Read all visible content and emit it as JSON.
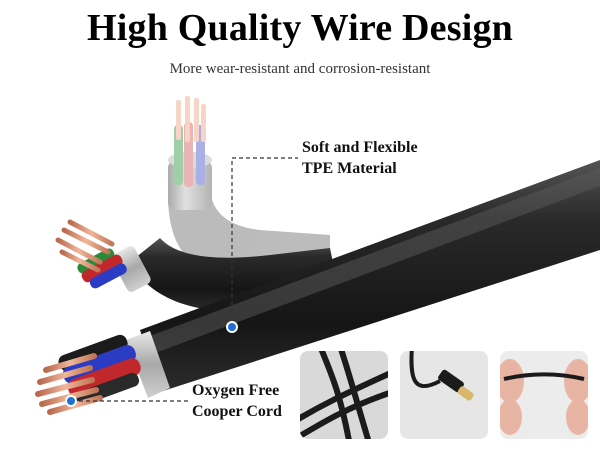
{
  "heading": {
    "title": "High Quality Wire Design",
    "subtitle": "More wear-resistant and corrosion-resistant"
  },
  "callouts": {
    "tpe": [
      "Soft and Flexible",
      "TPE Material"
    ],
    "copper": [
      "Oxygen Free",
      "Cooper Cord"
    ]
  },
  "colors": {
    "cable": "#1e1e1e",
    "copper": "#d78a6c",
    "wire_red": "#c0282c",
    "wire_blue": "#2b3cc4",
    "wire_green": "#2a8a3a",
    "shield": "#b9b9b9"
  },
  "thumbnails": [
    {
      "name": "braided-cable-thumbnail"
    },
    {
      "name": "usb-c-connector-thumbnail"
    },
    {
      "name": "cable-bending-thumbnail"
    }
  ]
}
